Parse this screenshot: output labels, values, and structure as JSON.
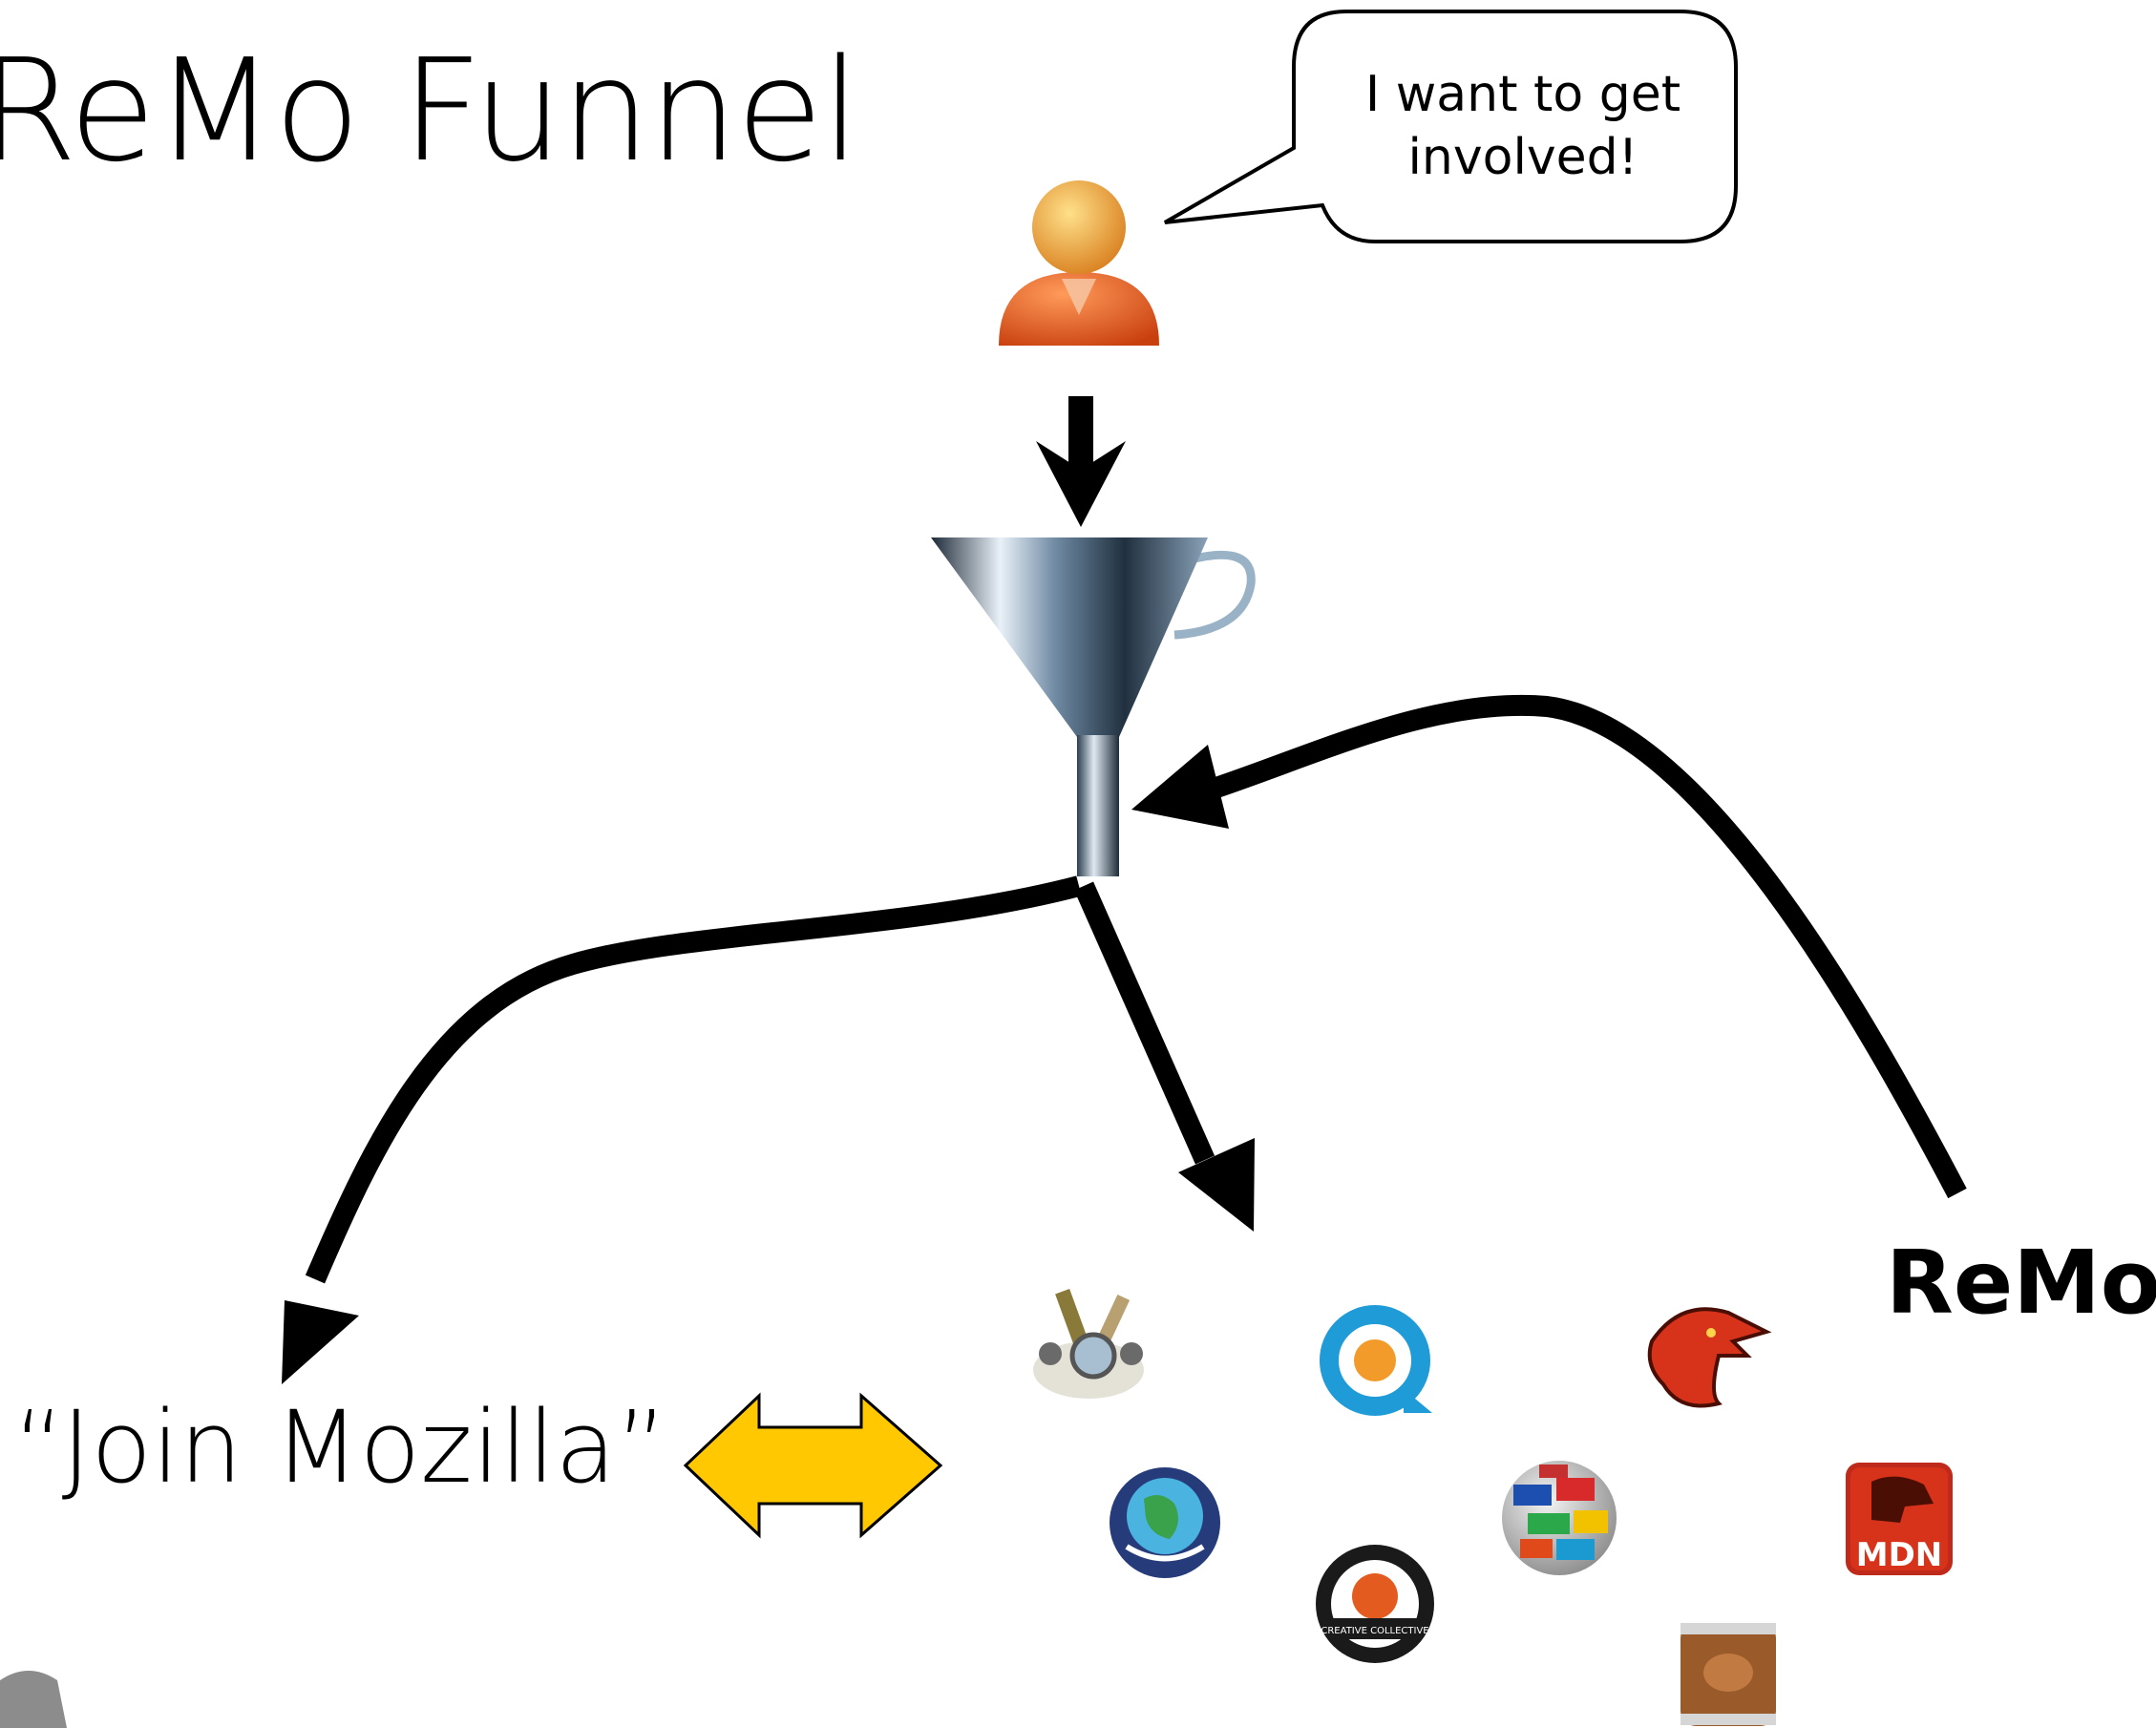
{
  "title": "ReMo Funnel",
  "speech_bubble": {
    "line1": "I want to get",
    "line2": "involved!"
  },
  "remo_label": "ReMo",
  "join_label": "“Join Mozilla”",
  "icons": [
    "person-icon",
    "funnel-icon",
    "tools-icon",
    "support-icon",
    "mozilla-dino-icon",
    "globe-hands-icon",
    "flags-globe-icon",
    "mdn-icon",
    "creative-collective-icon",
    "barrel-icon"
  ],
  "mdn_icon_text": "MDN",
  "creative_collective_text": "CREATIVE COLLECTIVE",
  "colors": {
    "arrow": "#000000",
    "double_arrow": "#ffc800",
    "person_body": "#e8571c",
    "person_head": "#f0a23c",
    "mozilla_red": "#d7331b"
  }
}
